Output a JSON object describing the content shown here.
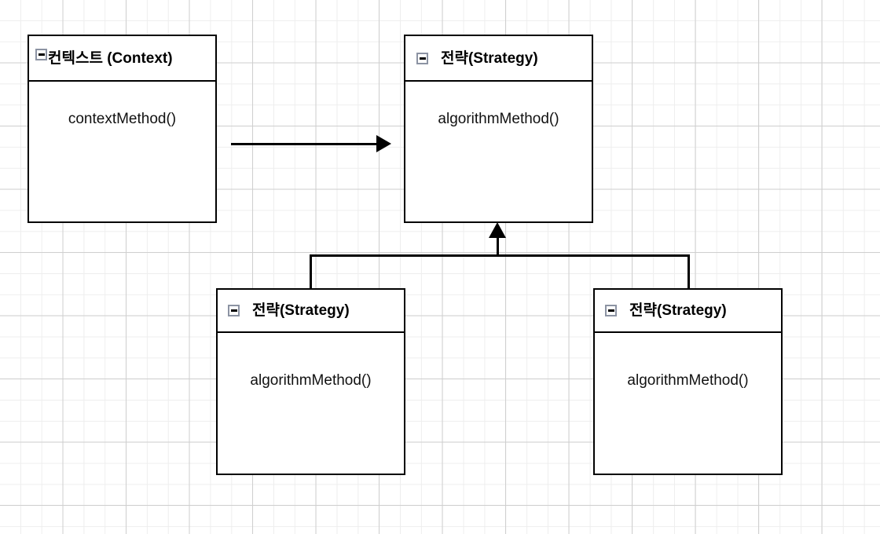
{
  "diagram": {
    "title": "Strategy Pattern UML Class Diagram",
    "background": {
      "grid_minor_color": "#eeeeee",
      "grid_major_color": "#cfcfcf",
      "page_color": "#ffffff"
    },
    "line_color": "#000000",
    "classes": [
      {
        "id": "context",
        "name": "컨텍스트 (Context)",
        "icon": "collapse-minus-icon",
        "methods": [
          "contextMethod()"
        ]
      },
      {
        "id": "strategy",
        "name": "전략(Strategy)",
        "icon": "collapse-minus-icon",
        "methods": [
          "algorithmMethod()"
        ]
      },
      {
        "id": "strategy-a",
        "name": "전략(Strategy)",
        "icon": "collapse-minus-icon",
        "methods": [
          "algorithmMethod()"
        ]
      },
      {
        "id": "strategy-b",
        "name": "전략(Strategy)",
        "icon": "collapse-minus-icon",
        "methods": [
          "algorithmMethod()"
        ]
      }
    ],
    "connectors": [
      {
        "id": "association",
        "type": "association-arrow",
        "from": "context",
        "to": "strategy",
        "label": ""
      },
      {
        "id": "generalization",
        "type": "inheritance-arrow",
        "from": [
          "strategy-a",
          "strategy-b"
        ],
        "to": "strategy",
        "label": ""
      }
    ]
  }
}
